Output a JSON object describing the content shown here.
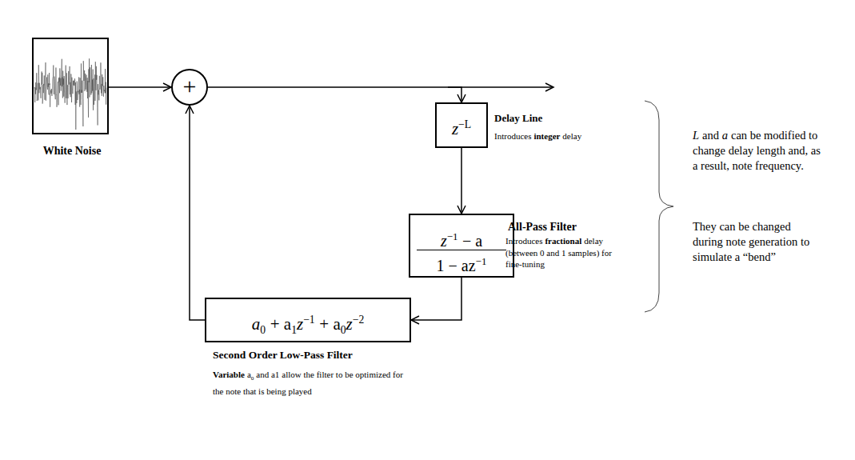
{
  "diagram": {
    "nodes": [
      {
        "text": [
          "White Noise"
        ]
      },
      {
        "text": [
          "+"
        ]
      },
      {
        "text": [
          "z",
          "−L",
          "Delay Line",
          "Introduces",
          "integer",
          "delay"
        ]
      },
      {
        "text": [
          "z",
          "−1",
          "− a",
          "1 − az",
          "−1",
          "All-Pass Filter",
          "Introduces",
          "fractional",
          "delay (between 0 and 1 samples) for fine-tuning"
        ]
      },
      {
        "text": [
          "a",
          "0",
          "+ a",
          "1",
          "z",
          "−1",
          "+ a",
          "0",
          "z",
          "−2",
          "Second Order Low-Pass Filter",
          "Variable",
          "a",
          "0",
          "and a1",
          "allow the filter to be optimized for the note that is being played"
        ]
      }
    ],
    "edges": [
      {
        "from": 0,
        "to": 1,
        "arrow": "to"
      },
      {
        "from": 1,
        "to": 2,
        "arrow": "to"
      },
      {
        "from": 2,
        "to": 3,
        "arrow": "to"
      },
      {
        "from": 3,
        "to": 4,
        "arrow": "to"
      },
      {
        "from": 4,
        "to": 1,
        "arrow": "to"
      }
    ],
    "labels": [
      "L",
      "and",
      "a",
      "can be modified to change delay length and, as a result, note frequency.",
      "They can be changed during note generation to simulate a “bend”"
    ]
  }
}
